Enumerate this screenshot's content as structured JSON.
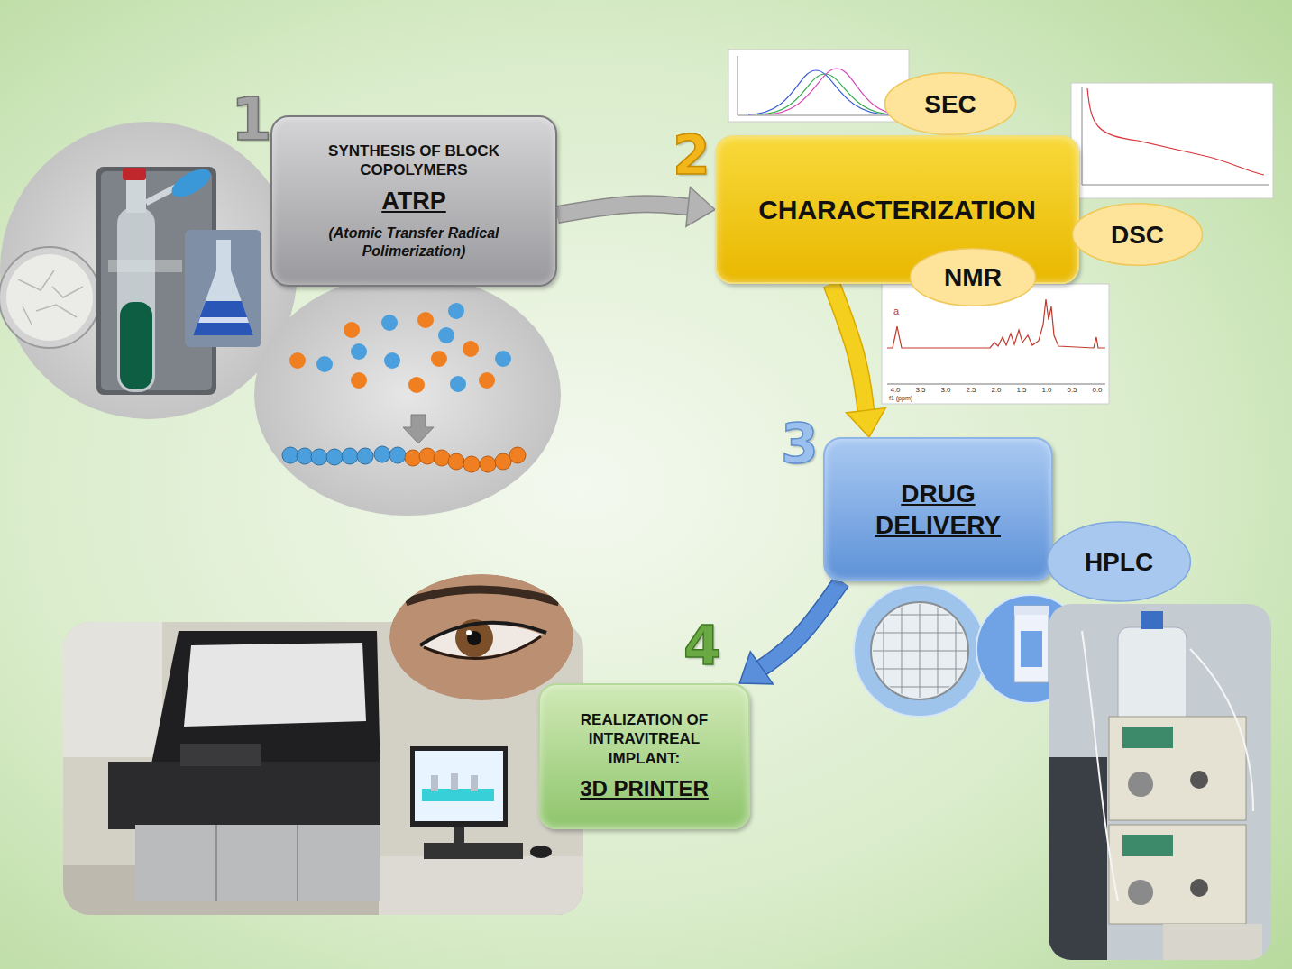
{
  "diagram": {
    "nodes": [
      {
        "text": [
          "SYNTHESIS OF BLOCK COPOLYMERS",
          "ATRP",
          "(Atomic Transfer Radical Polimerization)"
        ]
      },
      {
        "text": [
          "SEC"
        ]
      },
      {
        "text": [
          "CHARACTERIZATION"
        ]
      },
      {
        "text": [
          "DSC"
        ]
      },
      {
        "text": [
          "NMR"
        ]
      },
      {
        "text": [
          "DRUG DELIVERY"
        ]
      },
      {
        "text": [
          "HPLC"
        ]
      },
      {
        "text": [
          "REALIZATION OF INTRAVITREAL IMPLANT:",
          "3D PRINTER"
        ]
      }
    ],
    "edges": [
      {
        "from": 0,
        "to": 2,
        "arrow": "to"
      },
      {
        "from": 2,
        "to": 5,
        "arrow": "to"
      },
      {
        "from": 5,
        "to": 7,
        "arrow": "to"
      }
    ],
    "labels": [
      "1",
      "2",
      "3",
      "4",
      "a",
      "4.0",
      "3.5",
      "3.0",
      "2.5",
      "2.0",
      "1.5",
      "1.0",
      "0.5",
      "0.0",
      "f1 (ppm)"
    ]
  }
}
